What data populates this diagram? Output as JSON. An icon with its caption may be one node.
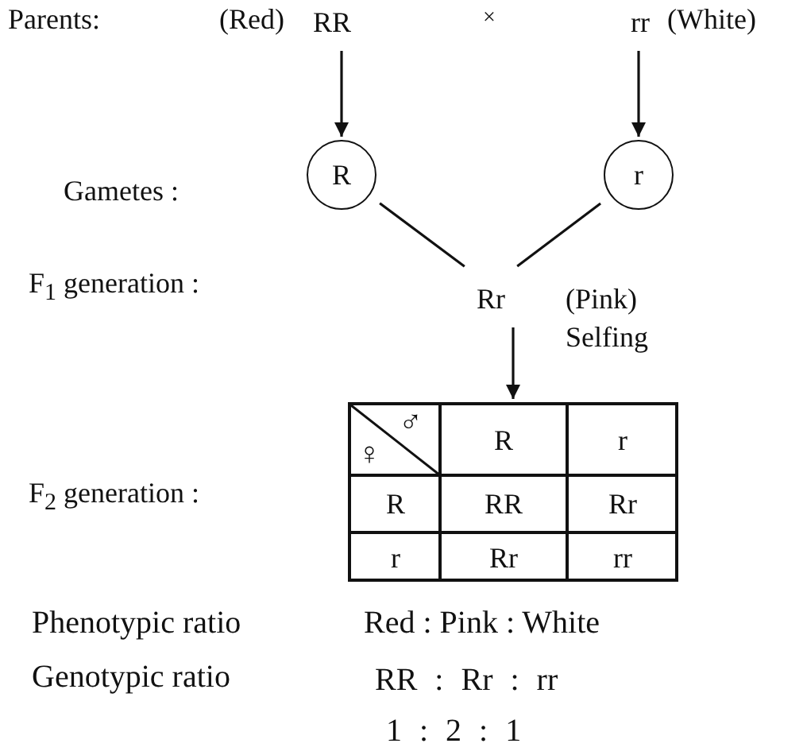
{
  "diagram": {
    "nodes": [
      {
        "text": [
          "RR"
        ],
        "beside": [
          "(Red)"
        ]
      },
      {
        "text": [
          "rr"
        ],
        "beside": [
          "(White)"
        ]
      },
      {
        "text": [
          "R"
        ]
      },
      {
        "text": [
          "r"
        ]
      },
      {
        "text": [
          "Rr"
        ],
        "beside": [
          "(Pink)",
          "Selfing"
        ]
      },
      {
        "text": [
          "♀",
          "♂",
          "R",
          "r",
          "R",
          "RR",
          "Rr",
          "r",
          "Rr",
          "rr"
        ]
      }
    ],
    "edges": [
      {
        "from": 0,
        "to": 2,
        "arrow": "to"
      },
      {
        "from": 1,
        "to": 3,
        "arrow": "to"
      },
      {
        "from": 2,
        "to": 4,
        "arrow": "none"
      },
      {
        "from": 3,
        "to": 4,
        "arrow": "none"
      },
      {
        "from": 4,
        "to": 5,
        "arrow": "to"
      }
    ],
    "labels": [
      "Parents:",
      "×",
      "Gametes :",
      "F$_{1}$ generation :",
      "F$_{2}$ generation :",
      "Phenotypic ratio",
      "Red : Pink : White",
      "Genotypic ratio",
      "RR : Rr : rr",
      "1 : 2 : 1"
    ]
  }
}
